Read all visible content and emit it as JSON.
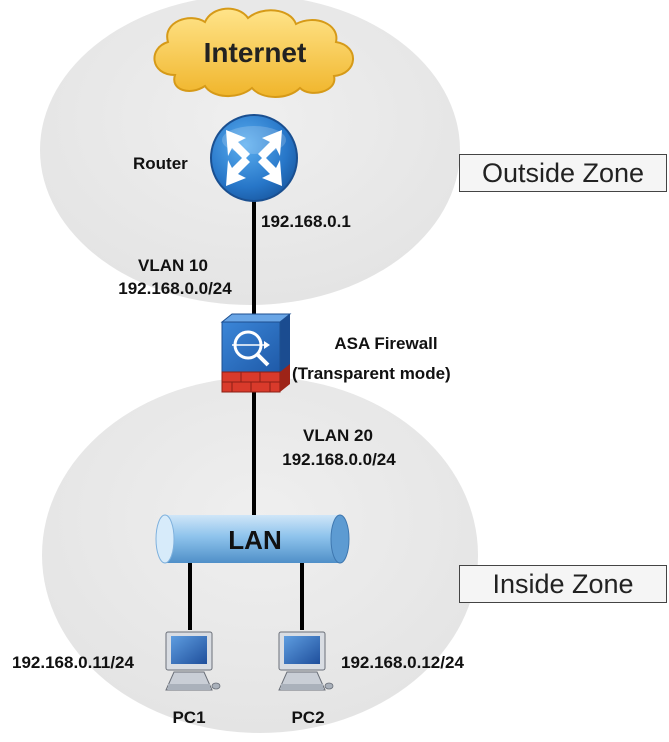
{
  "internet": {
    "label": "Internet"
  },
  "router": {
    "label": "Router",
    "ip": "192.168.0.1"
  },
  "vlan10": {
    "name": "VLAN 10",
    "subnet": "192.168.0.0/24"
  },
  "firewall": {
    "name": "ASA Firewall",
    "mode": "(Transparent mode)"
  },
  "vlan20": {
    "name": "VLAN 20",
    "subnet": "192.168.0.0/24"
  },
  "lan": {
    "label": "LAN"
  },
  "zones": {
    "outside": "Outside Zone",
    "inside": "Inside Zone"
  },
  "pcs": [
    {
      "name": "PC1",
      "ip": "192.168.0.11/24"
    },
    {
      "name": "PC2",
      "ip": "192.168.0.12/24"
    }
  ],
  "colors": {
    "zone_fill": "#ececec",
    "cloud_fill": "#f6c33f",
    "router_fill": "#2d7fd1",
    "firewall_body": "#2a6fc4",
    "firewall_base": "#d93a2b",
    "lan_fill": "#8fc3ea",
    "pc_screen": "#2f6fbf",
    "link": "#000000"
  },
  "icons": [
    "cloud-icon",
    "router-icon",
    "firewall-icon",
    "lan-segment-icon",
    "pc-icon"
  ]
}
